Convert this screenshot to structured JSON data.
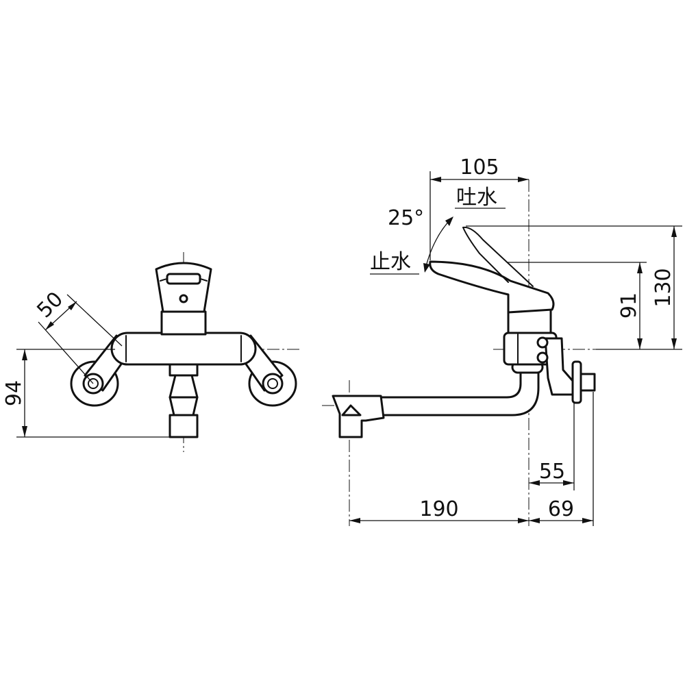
{
  "front_view": {
    "dimensions": {
      "height": "94",
      "spacing": "50"
    }
  },
  "side_view": {
    "dimensions": {
      "handle_depth": "105",
      "total_height": "130",
      "handle_height": "91",
      "spout_reach": "190",
      "inlet_offset": "55",
      "outlet_offset": "69"
    },
    "annotations": {
      "angle": "25°",
      "discharge": "吐水",
      "stop": "止水"
    }
  }
}
